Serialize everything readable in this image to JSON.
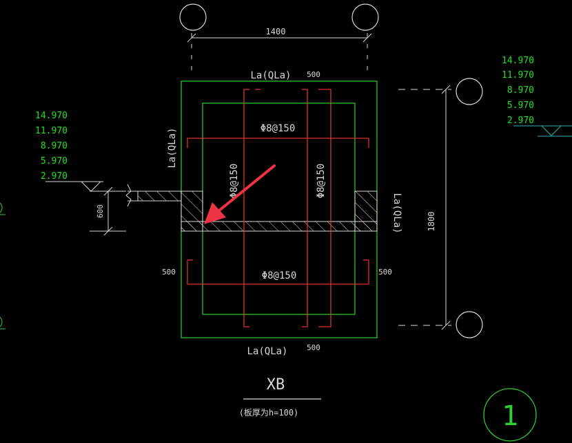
{
  "colors": {
    "background": "#000000",
    "outline": "#2fd02f",
    "rebar": "#e03030",
    "line": "#d8d8d8",
    "elevation_text": "#22e022",
    "leader": "#2fb0b0",
    "arrow": "#ee3344"
  },
  "dimensions": {
    "top_span": "1400",
    "right_span": "1800",
    "left_drop": "600",
    "anchor_top": "500",
    "anchor_bottom": "500",
    "anchor_left": "500",
    "anchor_right": "500"
  },
  "labels": {
    "anchor_top": "La(QLa)",
    "anchor_bottom": "La(QLa)",
    "anchor_left": "La(QLa)",
    "anchor_right": "La(QLa)",
    "rebar_top": "Φ8@150",
    "rebar_bottom": "Φ8@150",
    "rebar_left": "Φ8@150",
    "rebar_right": "Φ8@150"
  },
  "elevations_left": [
    "14.970",
    "11.970",
    "8.970",
    "5.970",
    "2.970"
  ],
  "elevations_right": [
    "14.970",
    "11.970",
    "8.970",
    "5.970",
    "2.970"
  ],
  "title": {
    "name": "XB",
    "note": "(板厚为h=100)"
  },
  "detail_number": "1"
}
